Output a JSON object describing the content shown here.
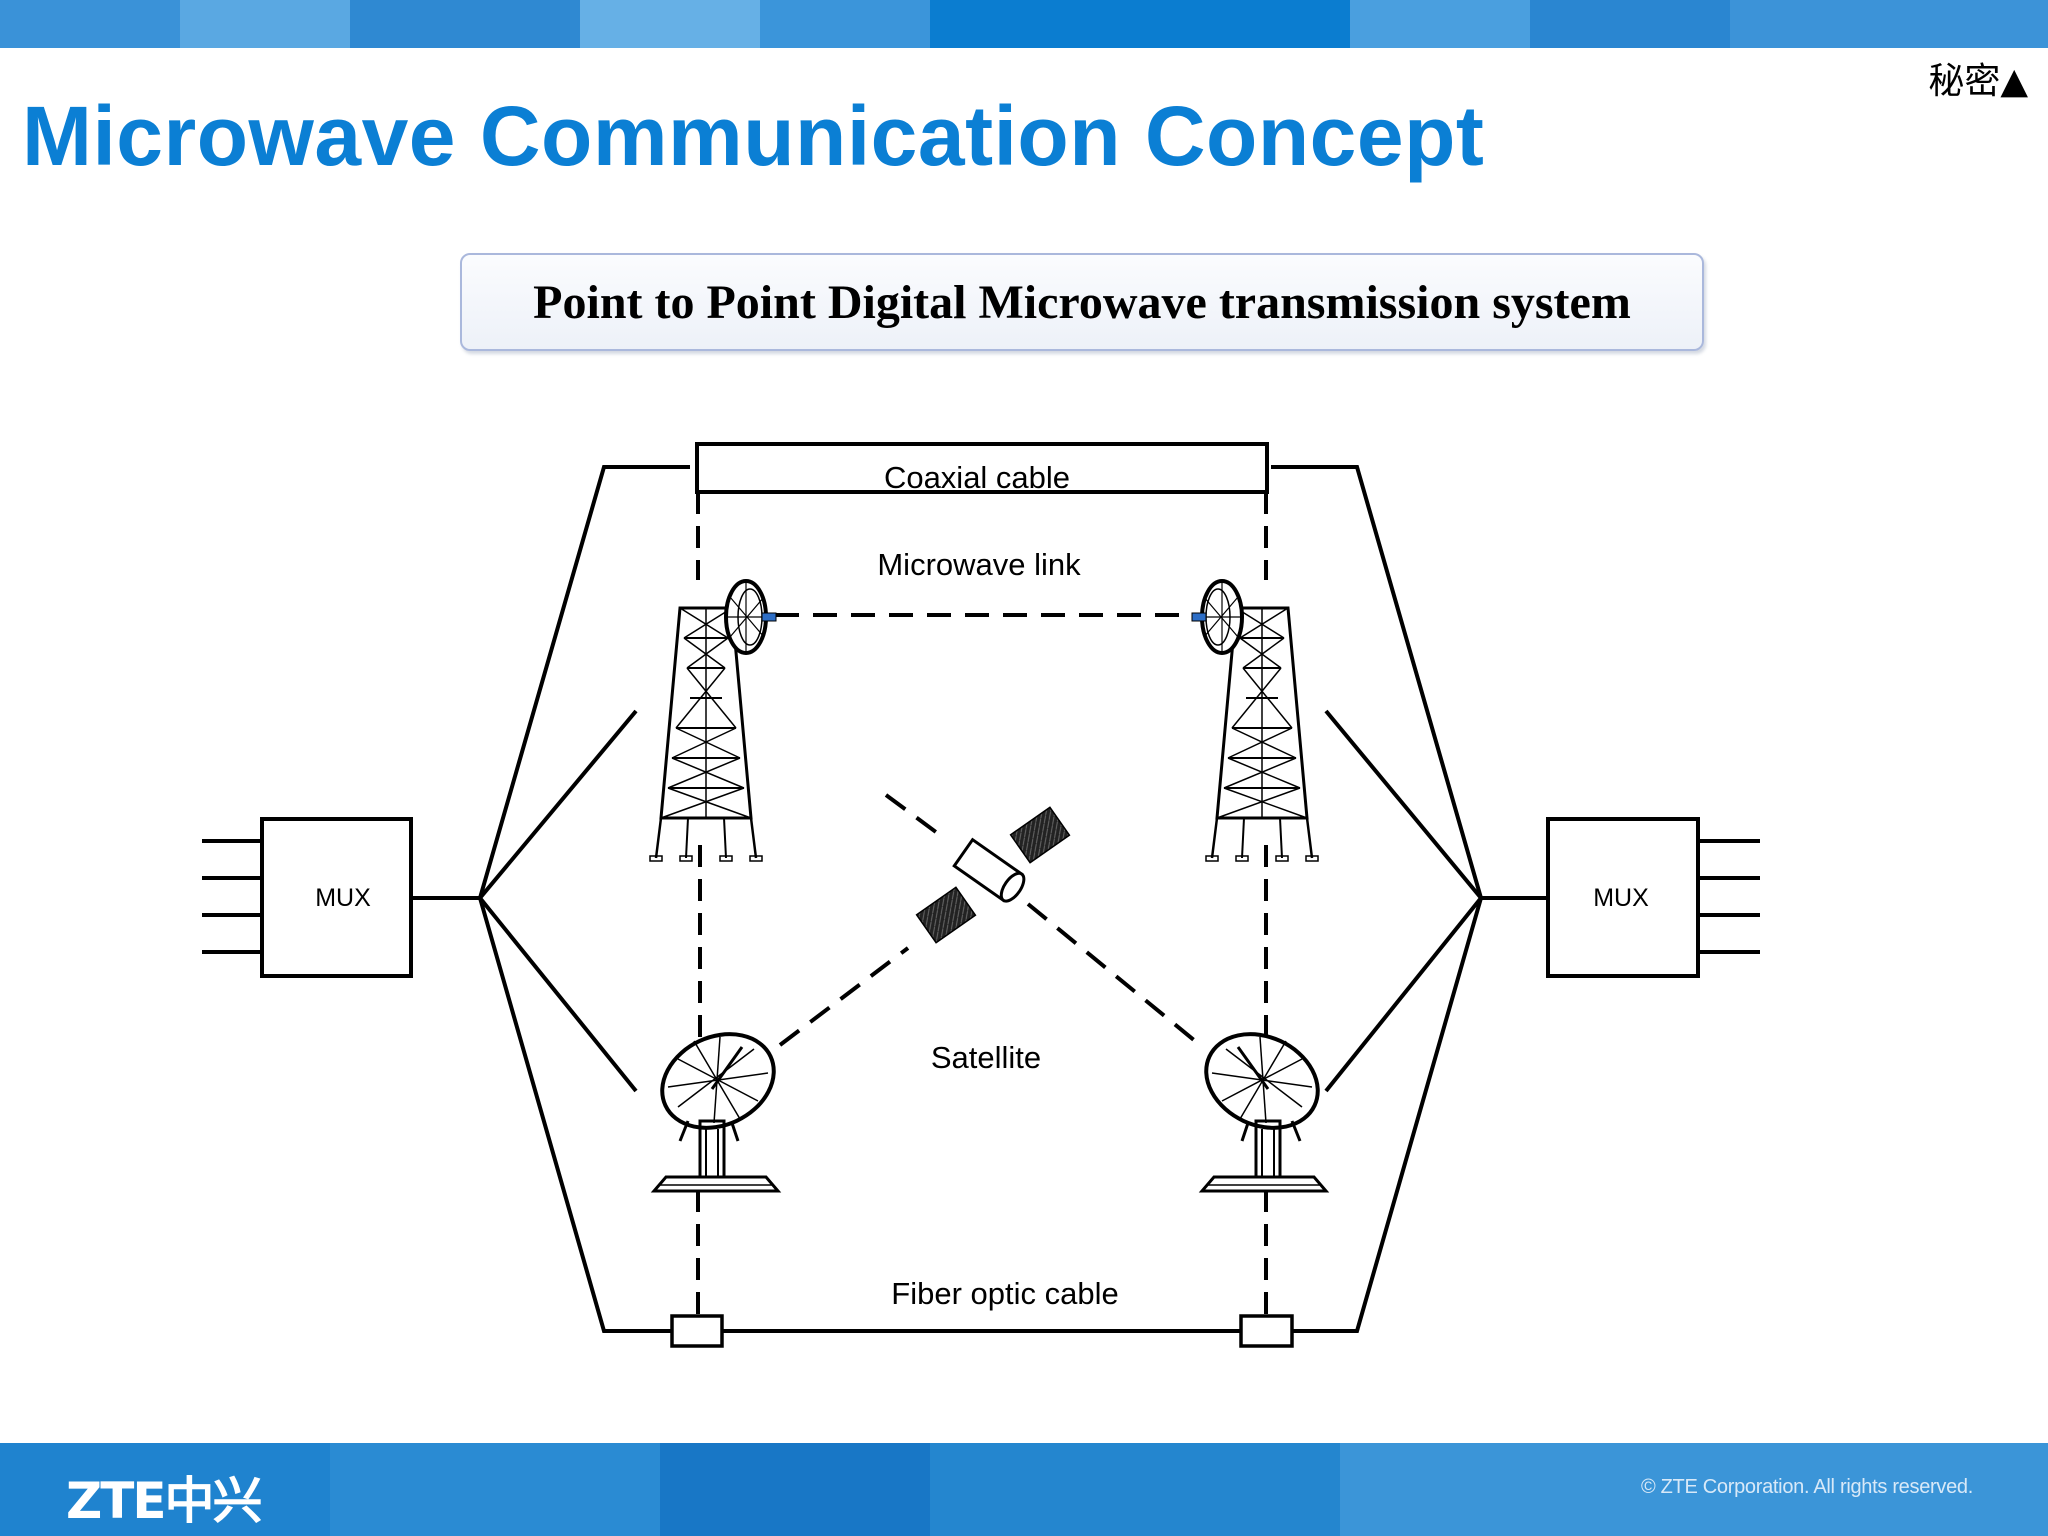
{
  "header": {
    "classification": "秘密▲"
  },
  "slide": {
    "title": "Microwave Communication Concept",
    "subtitle": "Point to Point Digital Microwave transmission system"
  },
  "diagram": {
    "labels": {
      "coaxial": "Coaxial cable",
      "microwave": "Microwave link",
      "satellite": "Satellite",
      "fiber": "Fiber optic cable",
      "mux_left": "MUX",
      "mux_right": "MUX"
    }
  },
  "footer": {
    "logo": "ZTE中兴",
    "copyright": "© ZTE Corporation. All rights reserved."
  },
  "colors": {
    "title": "#0b7fd4",
    "band": "#2a86d1",
    "footer": "#1a7ccb"
  }
}
